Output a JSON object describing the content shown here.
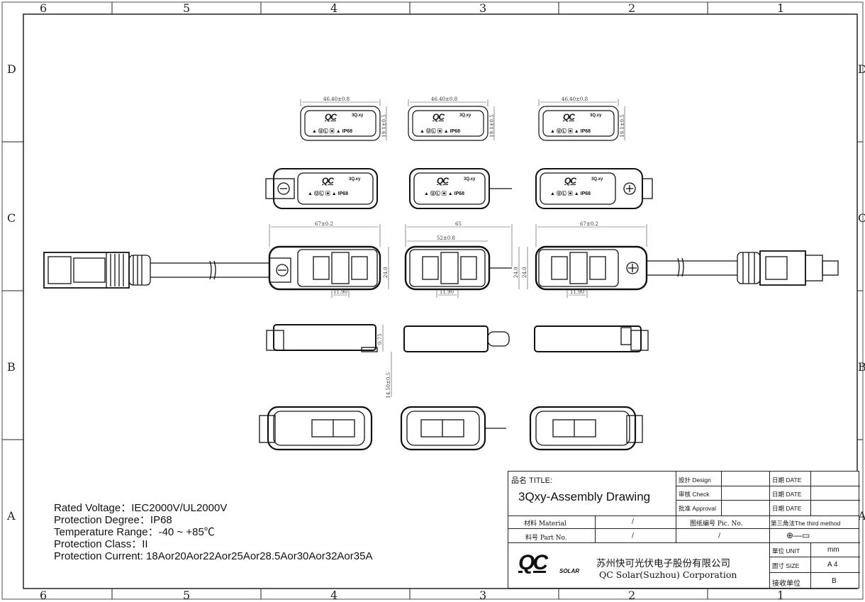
{
  "grid": {
    "columns": [
      "6",
      "5",
      "4",
      "3",
      "2",
      "1"
    ],
    "rows": [
      "D",
      "C",
      "B",
      "A"
    ]
  },
  "dimensions": {
    "top_width": "46.40±0.8",
    "top_height": "19.1±0.5",
    "length_67": "67±0.2",
    "length_65": "65",
    "length_52": "52±0.8",
    "height_24": "24.0",
    "pitch": "11.90",
    "side_075": "0.75",
    "side_1450": "14.50±0.5"
  },
  "label": {
    "brand": "QC",
    "brand_small": "SOLAR",
    "model": "3Q.xy",
    "cert_text": "▲ ⓊⓁ ▣ ▲ IP68"
  },
  "specs": [
    "Rated Voltage：IEC2000V/UL2000V",
    "Protection Degree：IP68",
    "Temperature Range：-40 ~ +85℃",
    "Protection Class：II",
    "Protection Current: 18Aor20Aor22Aor25Aor28.5Aor30Aor32Aor35A"
  ],
  "title_block": {
    "title_label": "品名  TITLE:",
    "title": "3Qxy-Assembly Drawing",
    "design": "設計 Design",
    "check": "审核 Check",
    "approval": "批准 Approval",
    "date1": "日期 DATE",
    "date2": "日期 DATE",
    "date3": "日期 DATE",
    "material_label": "材料 Material",
    "material_value": "/",
    "pic_label": "图纸编号 Pic. No.",
    "pic_value": "/",
    "part_label": "料号 Part No.",
    "part_value": "/",
    "projection": "第三角法The third method",
    "company_cn": "苏州快可光伏电子股份有限公司",
    "company_en": "QC Solar(Suzhou) Corporation",
    "logo_text": "QC",
    "logo_small": "SOLAR",
    "unit_label": "單位 UNIT",
    "unit_value": "mm",
    "size_label": "圖寸 SIZE",
    "size_value": "A 4",
    "recv_label": "接收单位",
    "recv_value": "B"
  }
}
